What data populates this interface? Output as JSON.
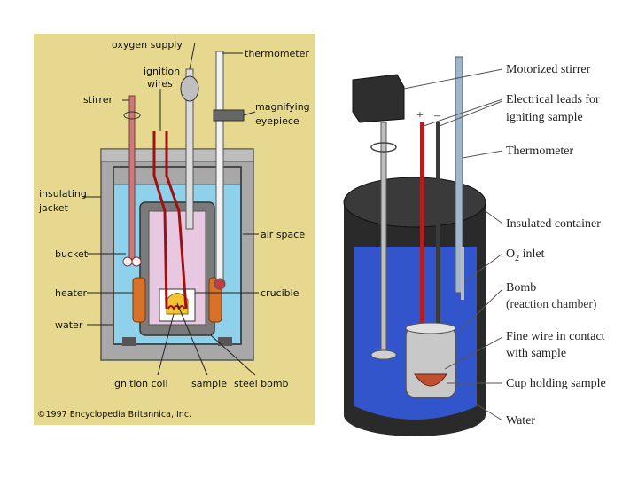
{
  "left_diagram": {
    "labels": {
      "oxygen_supply": "oxygen supply",
      "ignition_wires_line1": "ignition",
      "ignition_wires_line2": "wires",
      "stirrer": "stirrer",
      "thermometer": "thermometer",
      "magnifying_eyepiece_line1": "magnifying",
      "magnifying_eyepiece_line2": "eyepiece",
      "insulating_jacket_line1": "insulating",
      "insulating_jacket_line2": "jacket",
      "air_space": "air space",
      "bucket": "bucket",
      "heater": "heater",
      "crucible": "crucible",
      "water": "water",
      "ignition_coil": "ignition coil",
      "sample": "sample",
      "steel_bomb": "steel bomb",
      "copyright": "©1997 Encyclopedia Britannica, Inc."
    },
    "colors": {
      "background": "#e6d98f",
      "jacket": "#a8a8a8",
      "water": "#8fd0ea",
      "bomb": "#7a7a7a",
      "chamber": "#e8c8e0",
      "heater": "#d8722a"
    }
  },
  "right_diagram": {
    "labels": {
      "motorized_stirrer": "Motorized stirrer",
      "electrical_leads_line1": "Electrical leads for",
      "electrical_leads_line2": "igniting sample",
      "thermometer": "Thermometer",
      "insulated_container": "Insulated container",
      "o2_inlet_main": "O",
      "o2_inlet_sub": "2",
      "o2_inlet_rest": " inlet",
      "bomb_line1": "Bomb",
      "bomb_line2": "(reaction chamber)",
      "fine_wire_line1": "Fine wire in contact",
      "fine_wire_line2": "with sample",
      "cup_holding_sample": "Cup holding sample",
      "water": "Water",
      "plus": "+",
      "minus": "–"
    },
    "colors": {
      "container": "#2a2a2a",
      "water": "#3355cc",
      "lead_red": "#b02020",
      "sample": "#c05030"
    }
  }
}
